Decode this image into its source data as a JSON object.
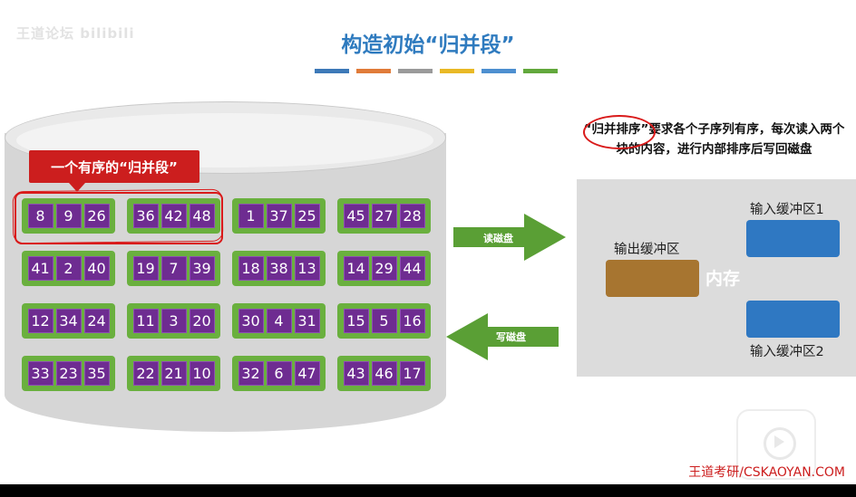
{
  "watermark": "王道论坛 bilibili",
  "title": "构造初始“归并段”",
  "colors": {
    "title": "#2f7bbf",
    "bar": [
      "#3d79b8",
      "#e07b39",
      "#9a9a9a",
      "#e9b925",
      "#4d8fd0",
      "#62a83c"
    ],
    "run_bg": "#6ab03e",
    "cell_bg": "#6e2c91",
    "highlight": "#d91a1a"
  },
  "disk": {
    "segment_label": "一个有序的“归并段”",
    "runs": [
      [
        8,
        9,
        26
      ],
      [
        36,
        42,
        48
      ],
      [
        1,
        37,
        25
      ],
      [
        45,
        27,
        28
      ],
      [
        41,
        2,
        40
      ],
      [
        19,
        7,
        39
      ],
      [
        18,
        38,
        13
      ],
      [
        14,
        29,
        44
      ],
      [
        12,
        34,
        24
      ],
      [
        11,
        3,
        20
      ],
      [
        30,
        4,
        31
      ],
      [
        15,
        5,
        16
      ],
      [
        33,
        23,
        35
      ],
      [
        22,
        21,
        10
      ],
      [
        32,
        6,
        47
      ],
      [
        43,
        46,
        17
      ]
    ]
  },
  "arrows": {
    "read": "读磁盘",
    "write": "写磁盘"
  },
  "note": {
    "highlight": "“归并排序”",
    "text": "要求各个子序列有序，每次读入两个块的内容，进行内部排序后写回磁盘"
  },
  "memory": {
    "label": "内存",
    "output_buffer": "输出缓冲区",
    "input_buffer_1": "输入缓冲区1",
    "input_buffer_2": "输入缓冲区2"
  },
  "footer": "王道考研/CSKAOYAN.COM"
}
